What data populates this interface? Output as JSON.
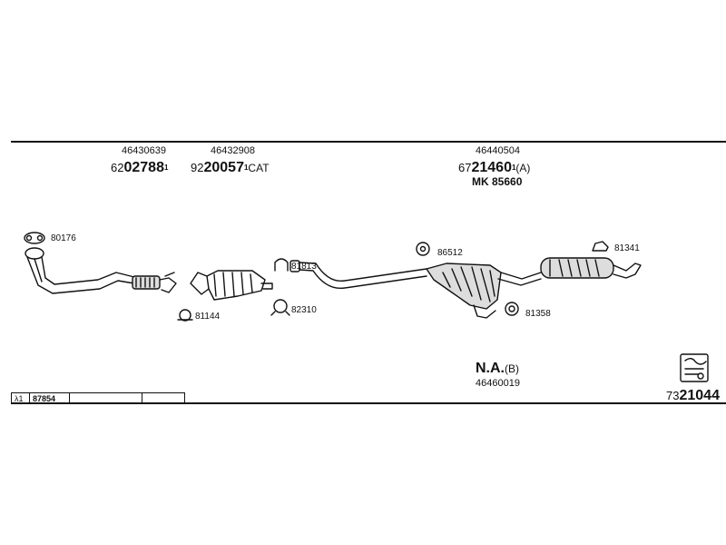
{
  "parts": {
    "front_pipe": {
      "ref": "46430639",
      "prefix": "62",
      "number": "02788",
      "sup": "1"
    },
    "catalyst": {
      "ref": "46432908",
      "prefix": "92",
      "number": "20057",
      "sup": "1",
      "suffix": "CAT"
    },
    "rear_system": {
      "ref": "46440504",
      "prefix": "67",
      "number": "21460",
      "sup": "1",
      "suffix": "(A)",
      "kit": "MK 85660"
    },
    "na": {
      "label": "N.A.",
      "suffix": "(B)",
      "ref": "46460019"
    },
    "diagram_number": {
      "prefix": "73",
      "number": "21044"
    }
  },
  "hardware": {
    "h80176": "80176",
    "h81144": "81144",
    "h81813": "81813",
    "h82310": "82310",
    "h86512": "86512",
    "h81341": "81341",
    "h81358": "81358"
  },
  "table": {
    "lambda": "λ1",
    "value": "87854"
  },
  "colors": {
    "line": "#111111",
    "fill": "#dddddd"
  }
}
